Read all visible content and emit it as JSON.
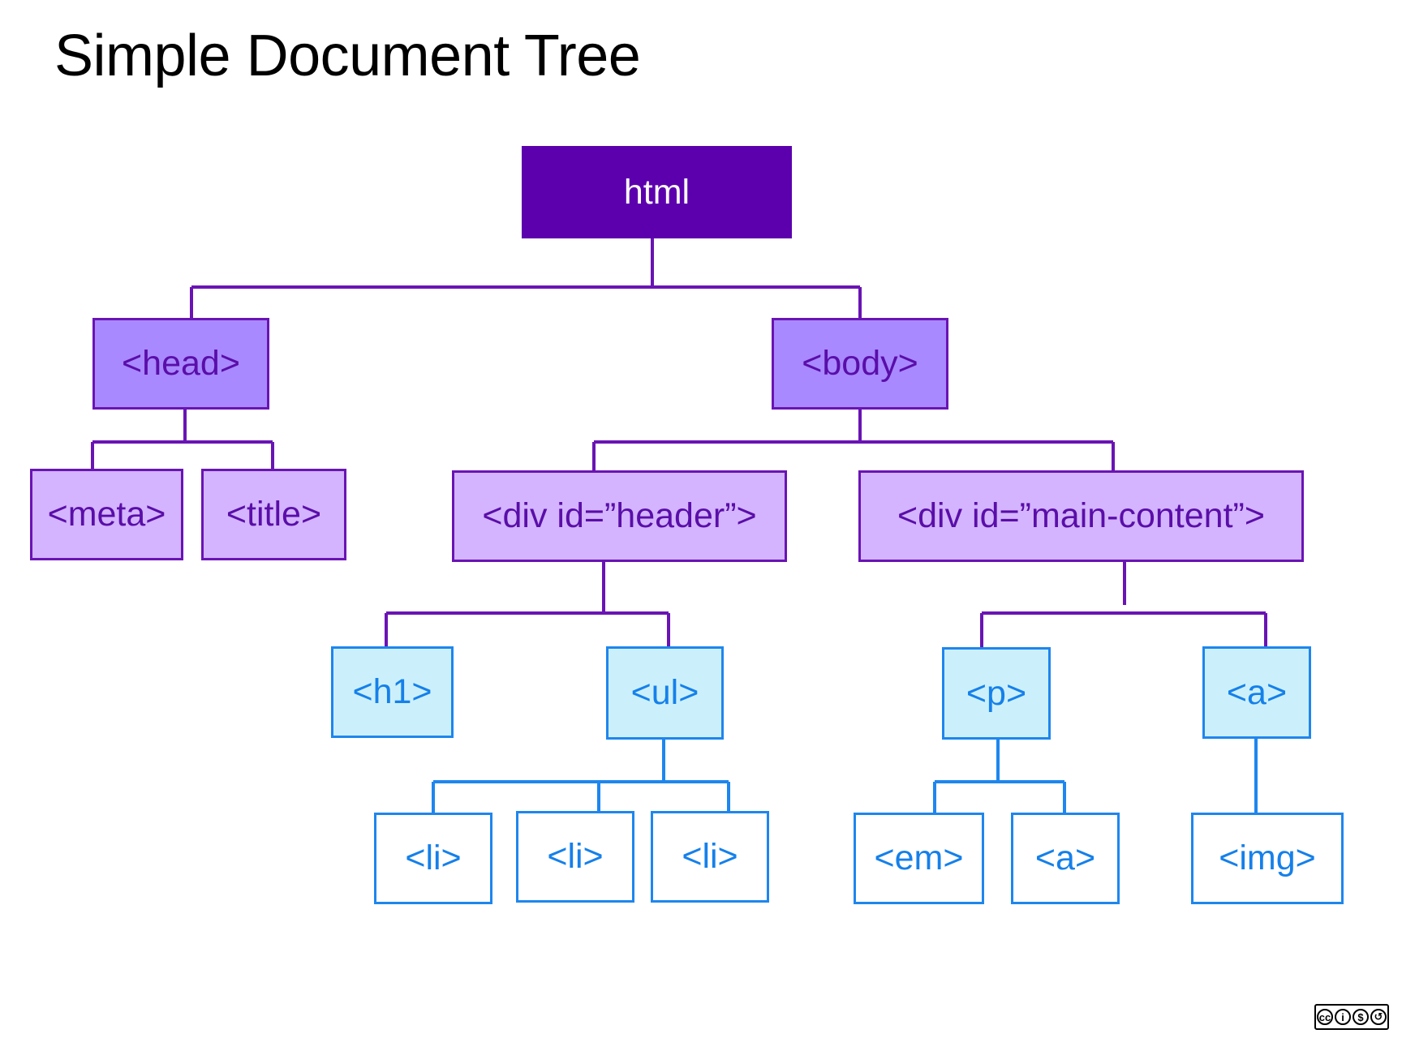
{
  "title": "Simple Document Tree",
  "colors": {
    "root_fill": "#5c00ae",
    "purple_line": "#6a14b4",
    "head_body_fill": "#a989ff",
    "level2_fill": "#d4b4ff",
    "blue_line": "#1e86ee",
    "level3_fill": "#ccf0fb",
    "level4_fill": "#ffffff"
  },
  "nodes": {
    "html": "html",
    "head": "<head>",
    "body": "<body>",
    "meta": "<meta>",
    "title": "<title>",
    "div_header": "<div id=”header”>",
    "div_main": "<div id=”main-content”>",
    "h1": "<h1>",
    "ul": "<ul>",
    "p": "<p>",
    "a_link": "<a>",
    "li1": "<li>",
    "li2": "<li>",
    "li3": "<li>",
    "em": "<em>",
    "a_inline": "<a>",
    "img": "<img>"
  },
  "license_badge": {
    "icon": "creative-commons-by-nc-sa-icon",
    "glyphs": [
      "cc",
      "i",
      "$",
      "↺"
    ]
  }
}
